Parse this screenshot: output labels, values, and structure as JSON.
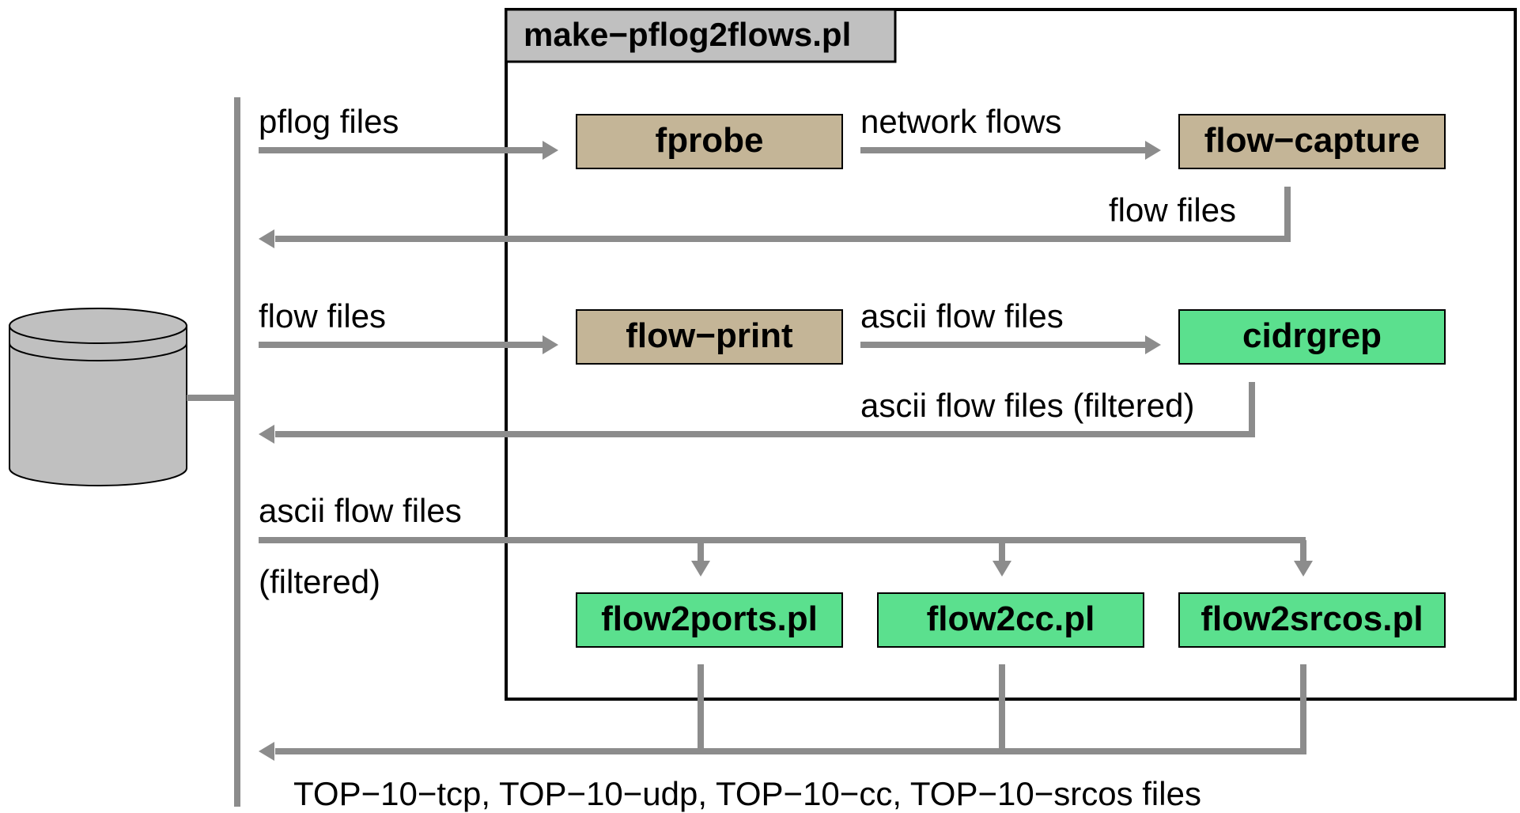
{
  "frame_title": "make−pflog2flows.pl",
  "colors": {
    "tool_box": "#c4b597",
    "script_box": "#5be08e",
    "title_box": "#c0c0c0",
    "arrow": "#8c8c8c",
    "database": "#c0c0c0"
  },
  "boxes": {
    "fprobe": "fprobe",
    "flow_capture": "flow−capture",
    "flow_print": "flow−print",
    "cidrgrep": "cidrgrep",
    "flow2ports": "flow2ports.pl",
    "flow2cc": "flow2cc.pl",
    "flow2srcos": "flow2srcos.pl"
  },
  "labels": {
    "pflog_files": "pflog files",
    "network_flows": "network flows",
    "flow_files_return": "flow files",
    "flow_files_in": "flow files",
    "ascii_flow_files": "ascii flow files",
    "ascii_filtered_return": "ascii flow files (filtered)",
    "ascii_in_line1": "ascii flow files",
    "ascii_in_line2": "(filtered)",
    "top10_files": "TOP−10−tcp, TOP−10−udp, TOP−10−cc, TOP−10−srcos files"
  }
}
